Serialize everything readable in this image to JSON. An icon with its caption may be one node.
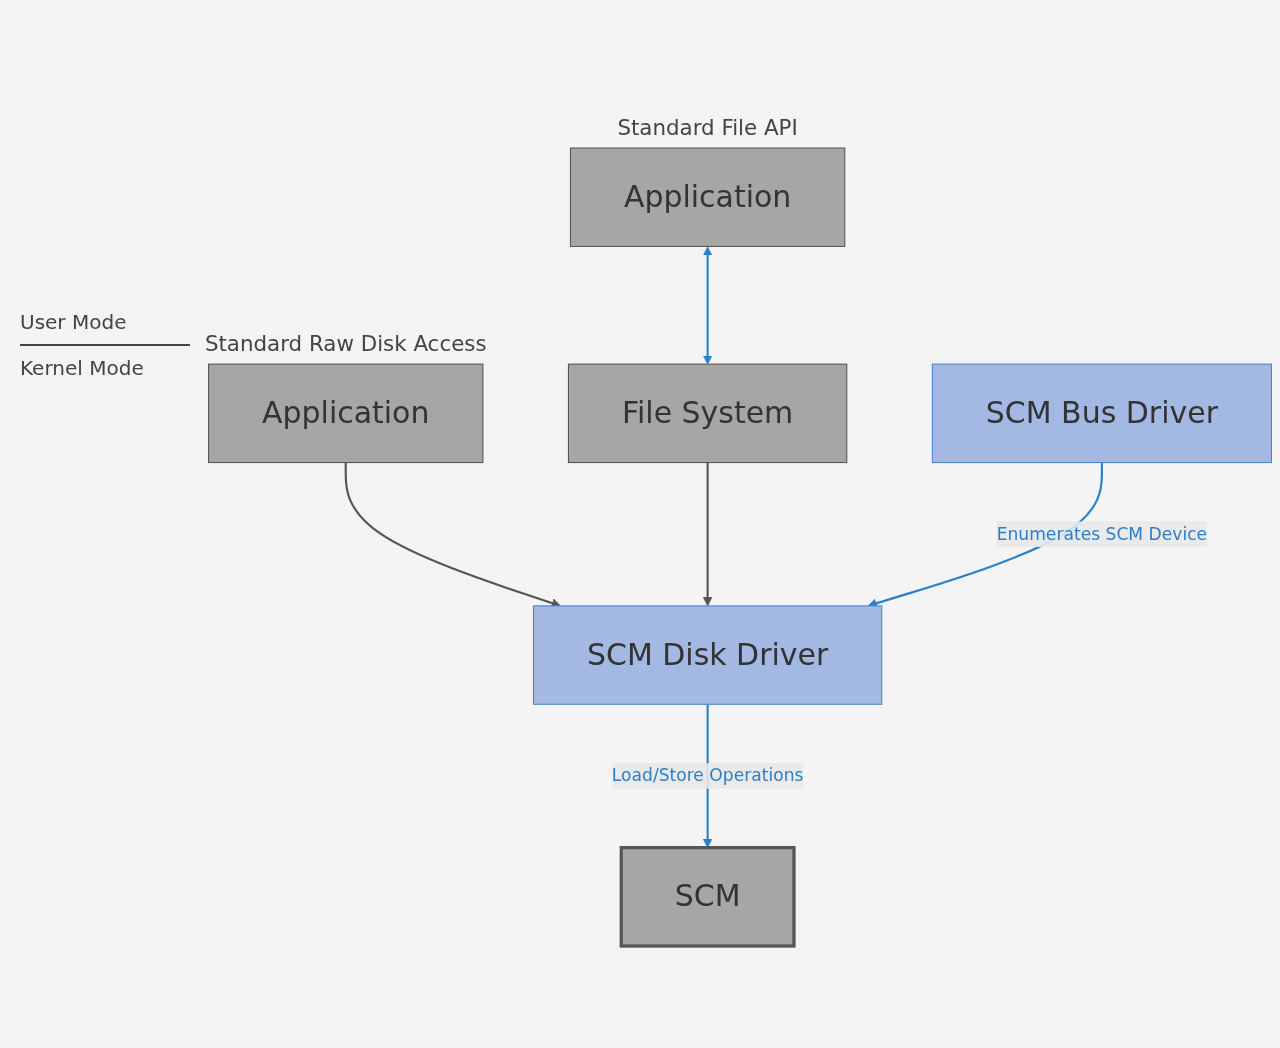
{
  "diagram": {
    "nodes": [
      {
        "text": [
          "Application"
        ],
        "beside": [
          "Standard Raw Disk Access"
        ]
      },
      {
        "text": [
          "Application"
        ],
        "beside": [
          "Standard File API"
        ]
      },
      {
        "text": [
          "File System"
        ]
      },
      {
        "text": [
          "SCM Bus Driver"
        ]
      },
      {
        "text": [
          "SCM Disk Driver"
        ]
      },
      {
        "text": [
          "SCM"
        ]
      }
    ],
    "edges": [
      {
        "from": 0,
        "to": 4,
        "arrow": "to",
        "color": "#555555"
      },
      {
        "from": 1,
        "to": 2,
        "arrow": "both"
      },
      {
        "from": 2,
        "to": 4,
        "arrow": "to",
        "color": "#555555"
      },
      {
        "from": 3,
        "to": 4,
        "arrow": "to",
        "label": "Enumerates SCM Device"
      },
      {
        "from": 4,
        "to": 5,
        "arrow": "to",
        "label": "Load/Store Operations"
      }
    ],
    "labels": [
      "User Mode",
      "Kernel Mode"
    ]
  }
}
